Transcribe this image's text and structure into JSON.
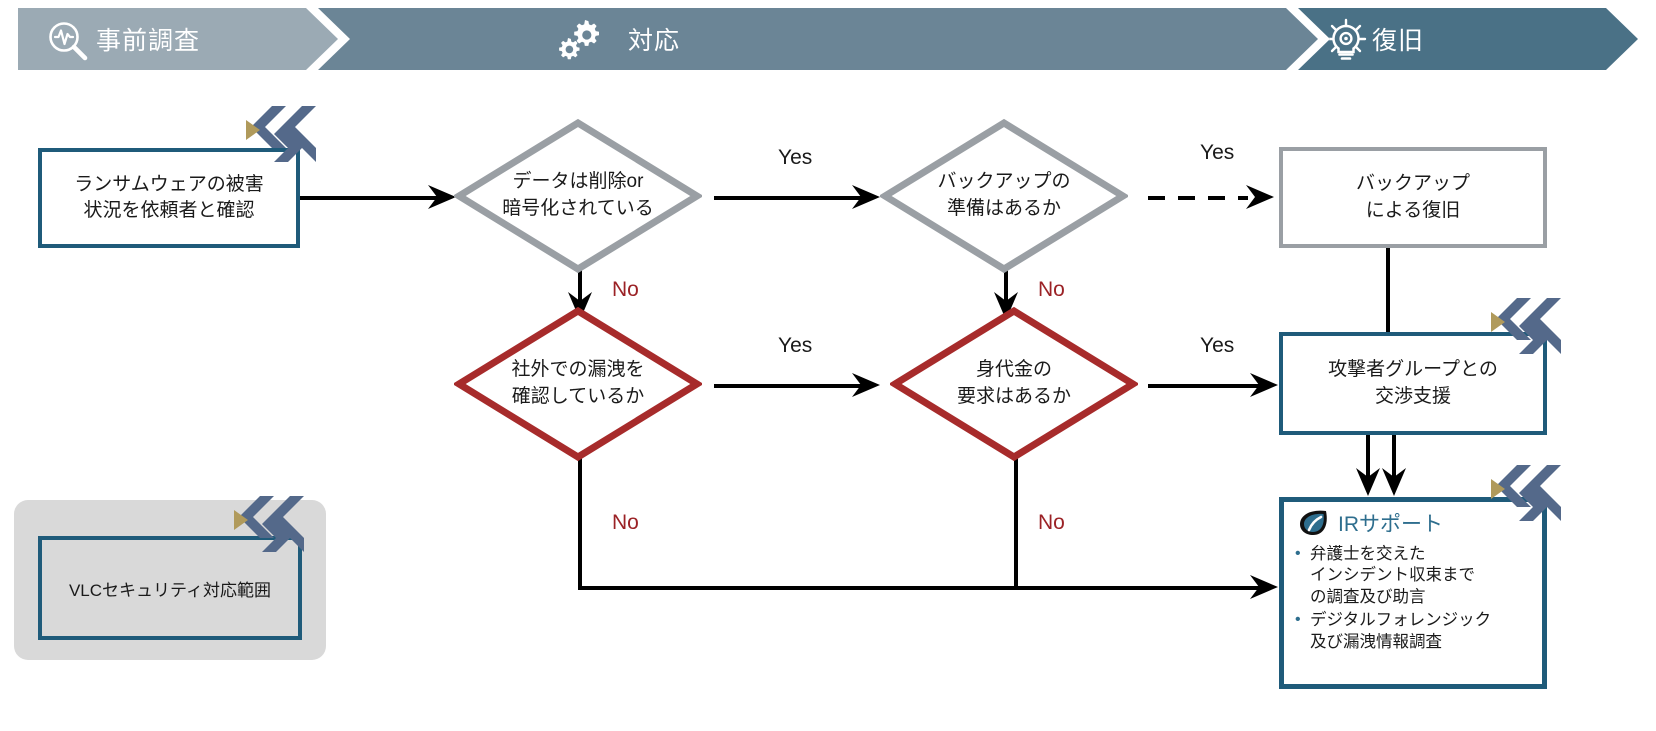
{
  "banner": {
    "phases": [
      {
        "label": "事前調査",
        "icon": "magnifier-pulse-icon",
        "color": "#9BAAB4"
      },
      {
        "label": "対応",
        "icon": "gears-icon",
        "color": "#6B8596"
      },
      {
        "label": "復旧",
        "icon": "lightbulb-gear-icon",
        "color": "#4A7186"
      }
    ]
  },
  "nodes": {
    "start": {
      "text": "ランサムウェアの被害\n状況を依頼者と確認",
      "border": "#1F5B7A"
    },
    "d_encrypt": {
      "text": "データは削除or\n暗号化されている",
      "border": "#9A9FA4"
    },
    "d_backup": {
      "text": "バックアップの\n準備はあるか",
      "border": "#9A9FA4"
    },
    "backup_recovery": {
      "text": "バックアップ\nによる復旧",
      "border": "#9A9FA4"
    },
    "d_leak": {
      "text": "社外での漏洩を\n確認しているか",
      "border": "#A72B2B"
    },
    "d_ransom": {
      "text": "身代金の\n要求はあるか",
      "border": "#A72B2B"
    },
    "negotiation": {
      "text": "攻撃者グループとの\n交渉支援",
      "border": "#1F5B7A"
    }
  },
  "ir_card": {
    "title": "IRサポート",
    "icon": "leaf-icon",
    "title_color": "#2E6E8E",
    "bullets": [
      "弁護士を交えた\nインシデント収束まで\nの調査及び助言",
      "デジタルフォレンジック\n及び漏洩情報調査"
    ]
  },
  "legend": {
    "text": "VLCセキュリティ対応範囲",
    "bg": "#D9D9D9",
    "border": "#1F5B7A"
  },
  "edge_labels": {
    "yes_encrypt_to_backup": "Yes",
    "no_encrypt_to_leak": "No",
    "yes_backup_to_recovery": "Yes",
    "no_backup_to_ransom": "No",
    "yes_leak_to_ransom": "Yes",
    "no_leak_to_ir": "No",
    "yes_ransom_to_negotiation": "Yes",
    "no_ransom_to_ir": "No"
  },
  "colors": {
    "accent_blue": "#1F5B7A",
    "gray_border": "#9A9FA4",
    "red_border": "#A72B2B",
    "no_text": "#9B2226",
    "logo_gold": "#B09A5B",
    "logo_slate": "#54698A",
    "line": "#000000"
  }
}
